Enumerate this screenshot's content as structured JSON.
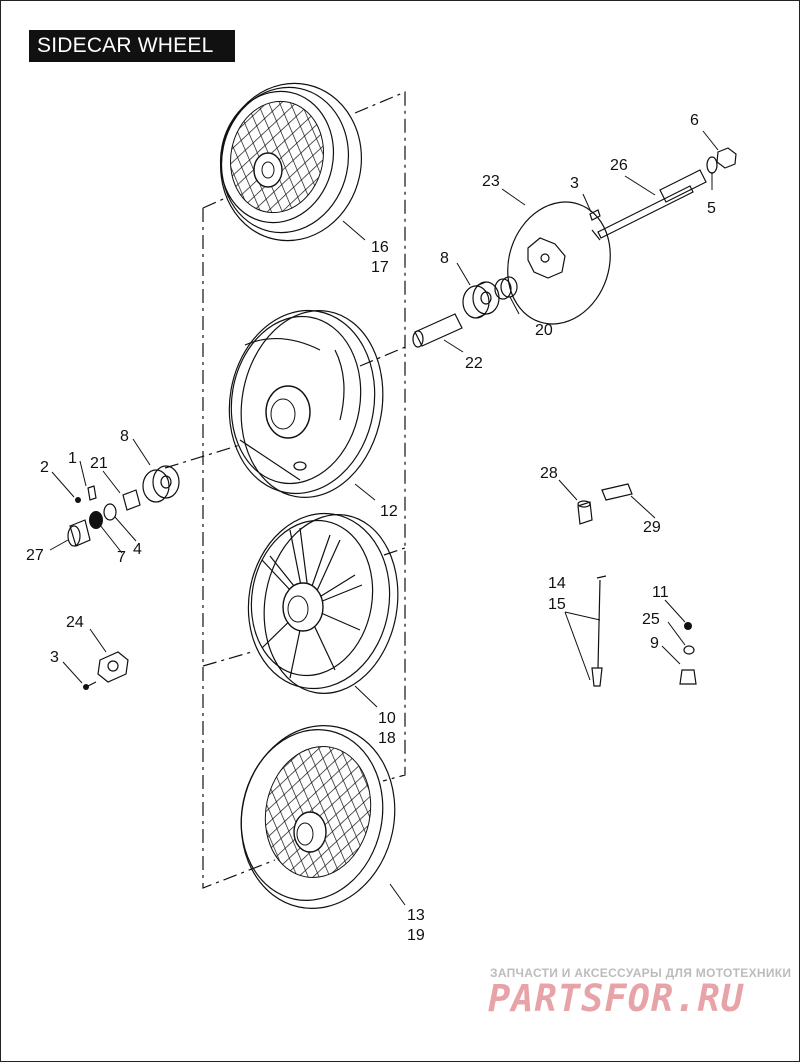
{
  "title": "SIDECAR WHEEL",
  "callouts": [
    {
      "id": "c16",
      "text": "16"
    },
    {
      "id": "c17",
      "text": "17"
    },
    {
      "id": "c6",
      "text": "6"
    },
    {
      "id": "c26",
      "text": "26"
    },
    {
      "id": "c23",
      "text": "23"
    },
    {
      "id": "c3a",
      "text": "3"
    },
    {
      "id": "c5",
      "text": "5"
    },
    {
      "id": "c8a",
      "text": "8"
    },
    {
      "id": "c20",
      "text": "20"
    },
    {
      "id": "c22",
      "text": "22"
    },
    {
      "id": "c12",
      "text": "12"
    },
    {
      "id": "c8b",
      "text": "8"
    },
    {
      "id": "c1",
      "text": "1"
    },
    {
      "id": "c2",
      "text": "2"
    },
    {
      "id": "c21",
      "text": "21"
    },
    {
      "id": "c27",
      "text": "27"
    },
    {
      "id": "c7",
      "text": "7"
    },
    {
      "id": "c4",
      "text": "4"
    },
    {
      "id": "c28",
      "text": "28"
    },
    {
      "id": "c29",
      "text": "29"
    },
    {
      "id": "c14",
      "text": "14"
    },
    {
      "id": "c15",
      "text": "15"
    },
    {
      "id": "c11",
      "text": "11"
    },
    {
      "id": "c25",
      "text": "25"
    },
    {
      "id": "c9",
      "text": "9"
    },
    {
      "id": "c24",
      "text": "24"
    },
    {
      "id": "c3b",
      "text": "3"
    },
    {
      "id": "c10",
      "text": "10"
    },
    {
      "id": "c18",
      "text": "18"
    },
    {
      "id": "c13",
      "text": "13"
    },
    {
      "id": "c19",
      "text": "19"
    }
  ],
  "watermark": {
    "tagline": "ЗАПЧАСТИ И АКСЕССУАРЫ ДЛЯ МОТОТЕХНИКИ",
    "brand": "PARTSFOR.RU"
  },
  "colors": {
    "ink": "#111111",
    "watermark_brand": "#e7a3a8",
    "watermark_tag": "#bcbcbc"
  }
}
